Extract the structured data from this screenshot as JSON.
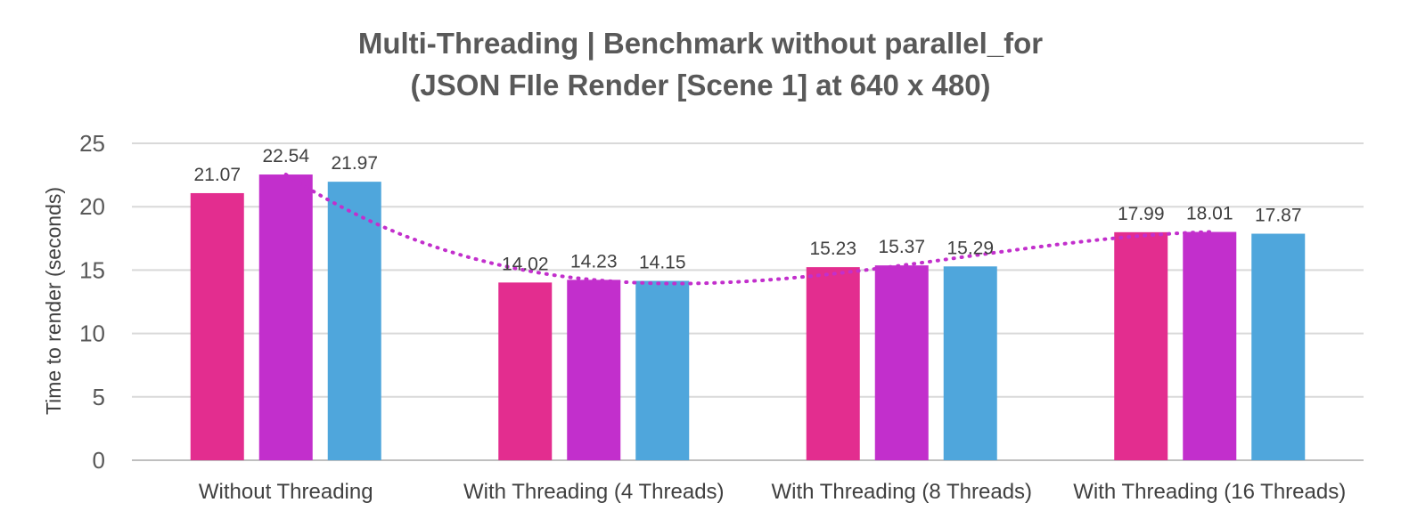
{
  "chart_data": {
    "type": "bar",
    "title_lines": [
      "Multi-Threading | Benchmark without parallel_for",
      "(JSON FIle Render [Scene 1] at 640 x 480)"
    ],
    "xlabel": "",
    "ylabel": "Time to render (seconds)",
    "ylim": [
      0,
      25
    ],
    "yticks": [
      0,
      5,
      10,
      15,
      20,
      25
    ],
    "grid": true,
    "legend": "none",
    "categories": [
      "Without Threading",
      "With Threading (4 Threads)",
      "With Threading (8 Threads)",
      "With Threading (16 Threads)"
    ],
    "series": [
      {
        "values": [
          21.07,
          14.02,
          15.23,
          17.99
        ],
        "color": "#e32d8f"
      },
      {
        "values": [
          22.54,
          14.23,
          15.37,
          18.01
        ],
        "color": "#c22fcc"
      },
      {
        "values": [
          21.97,
          14.15,
          15.29,
          17.87
        ],
        "color": "#4fa6dc"
      }
    ],
    "data_labels": [
      [
        "21.07",
        "14.02",
        "15.23",
        "17.99"
      ],
      [
        "22.54",
        "14.23",
        "15.37",
        "18.01"
      ],
      [
        "21.97",
        "14.15",
        "15.29",
        "17.87"
      ]
    ],
    "trendline": {
      "type": "polynomial",
      "based_on_series": 1,
      "color": "#c22fcc",
      "style": "dotted"
    }
  }
}
